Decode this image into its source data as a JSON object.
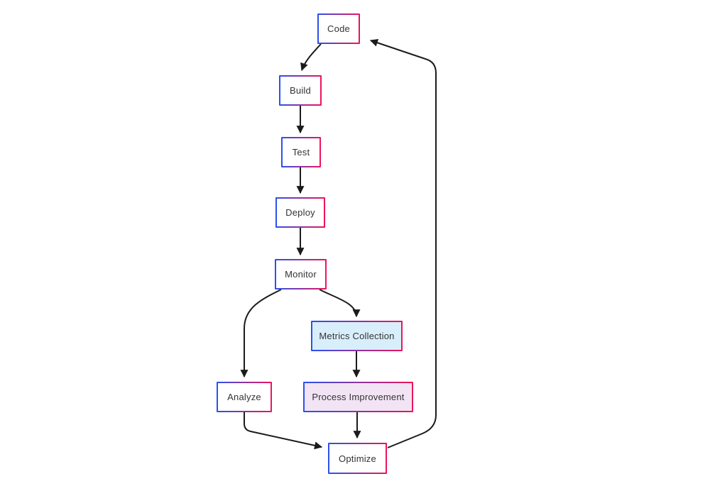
{
  "diagram": {
    "type": "flowchart",
    "direction": "top-down",
    "nodes": [
      {
        "id": "code",
        "label": "Code",
        "fill": "#ffffff"
      },
      {
        "id": "build",
        "label": "Build",
        "fill": "#ffffff"
      },
      {
        "id": "test",
        "label": "Test",
        "fill": "#ffffff"
      },
      {
        "id": "deploy",
        "label": "Deploy",
        "fill": "#ffffff"
      },
      {
        "id": "monitor",
        "label": "Monitor",
        "fill": "#ffffff"
      },
      {
        "id": "metrics_collection",
        "label": "Metrics Collection",
        "fill": "#d9eefb"
      },
      {
        "id": "analyze",
        "label": "Analyze",
        "fill": "#ffffff"
      },
      {
        "id": "process_improvement",
        "label": "Process Improvement",
        "fill": "#f2e4f5"
      },
      {
        "id": "optimize",
        "label": "Optimize",
        "fill": "#ffffff"
      }
    ],
    "edges": [
      {
        "from": "code",
        "to": "build"
      },
      {
        "from": "build",
        "to": "test"
      },
      {
        "from": "test",
        "to": "deploy"
      },
      {
        "from": "deploy",
        "to": "monitor"
      },
      {
        "from": "monitor",
        "to": "analyze"
      },
      {
        "from": "monitor",
        "to": "metrics_collection"
      },
      {
        "from": "metrics_collection",
        "to": "process_improvement"
      },
      {
        "from": "process_improvement",
        "to": "optimize"
      },
      {
        "from": "analyze",
        "to": "optimize"
      },
      {
        "from": "optimize",
        "to": "code"
      }
    ],
    "colors": {
      "node_border_gradient": "linear-gradient(90deg, #2952f0, #f01358)",
      "node_border_gradient_start": "#2952f0",
      "node_border_gradient_end": "#f01358",
      "edge_stroke": "#1b1b1b",
      "node_text": "#333333",
      "background": "#ffffff"
    }
  }
}
